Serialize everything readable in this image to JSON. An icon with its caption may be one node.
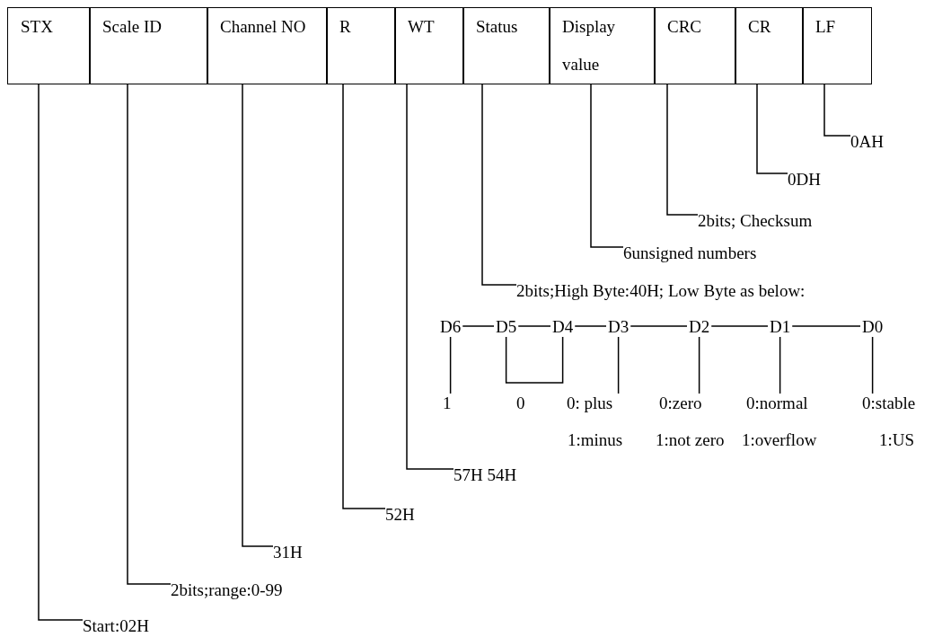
{
  "diagram": {
    "nodes": [
      {
        "text": [
          "STX"
        ]
      },
      {
        "text": [
          "Scale ID"
        ]
      },
      {
        "text": [
          "Channel NO"
        ]
      },
      {
        "text": [
          "R"
        ]
      },
      {
        "text": [
          "WT"
        ]
      },
      {
        "text": [
          "Status"
        ]
      },
      {
        "text": [
          "Display value"
        ]
      },
      {
        "text": [
          "CRC"
        ]
      },
      {
        "text": [
          "CR"
        ]
      },
      {
        "text": [
          "LF"
        ]
      },
      {
        "text": [
          "0AH"
        ]
      },
      {
        "text": [
          "0DH"
        ]
      },
      {
        "text": [
          "2bits; Checksum"
        ]
      },
      {
        "text": [
          "6unsigned numbers"
        ]
      },
      {
        "text": [
          "2bits;High Byte:40H; Low Byte as below:"
        ]
      },
      {
        "text": [
          "D6"
        ]
      },
      {
        "text": [
          "D5"
        ]
      },
      {
        "text": [
          "D4"
        ]
      },
      {
        "text": [
          "D3"
        ]
      },
      {
        "text": [
          "D2"
        ]
      },
      {
        "text": [
          "D1"
        ]
      },
      {
        "text": [
          "D0"
        ]
      },
      {
        "text": [
          "1"
        ]
      },
      {
        "text": [
          "0"
        ]
      },
      {
        "text": [
          "0: plus",
          "1:minus"
        ]
      },
      {
        "text": [
          "0:zero",
          "1:not zero"
        ]
      },
      {
        "text": [
          "0:normal",
          "1:overflow"
        ]
      },
      {
        "text": [
          "0:stable",
          "1:US"
        ]
      },
      {
        "text": [
          "57H 54H"
        ]
      },
      {
        "text": [
          "52H"
        ]
      },
      {
        "text": [
          "31H"
        ]
      },
      {
        "text": [
          "2bits;range:0-99"
        ]
      },
      {
        "text": [
          "Start:02H"
        ]
      }
    ],
    "edges": [
      {
        "from": 0,
        "to": 32,
        "arrow": "none"
      },
      {
        "from": 1,
        "to": 31,
        "arrow": "none"
      },
      {
        "from": 2,
        "to": 30,
        "arrow": "none"
      },
      {
        "from": 3,
        "to": 29,
        "arrow": "none"
      },
      {
        "from": 4,
        "to": 28,
        "arrow": "none"
      },
      {
        "from": 5,
        "to": 14,
        "arrow": "none"
      },
      {
        "from": 6,
        "to": 13,
        "arrow": "none"
      },
      {
        "from": 7,
        "to": 12,
        "arrow": "none"
      },
      {
        "from": 8,
        "to": 11,
        "arrow": "none"
      },
      {
        "from": 9,
        "to": 10,
        "arrow": "none"
      },
      {
        "from": 15,
        "to": 16,
        "arrow": "none"
      },
      {
        "from": 16,
        "to": 17,
        "arrow": "none"
      },
      {
        "from": 17,
        "to": 18,
        "arrow": "none"
      },
      {
        "from": 18,
        "to": 19,
        "arrow": "none"
      },
      {
        "from": 19,
        "to": 20,
        "arrow": "none"
      },
      {
        "from": 20,
        "to": 21,
        "arrow": "none"
      },
      {
        "from": 15,
        "to": 22,
        "arrow": "none"
      },
      {
        "from": 16,
        "to": 17,
        "arrow": "none"
      },
      {
        "from": 18,
        "to": 24,
        "arrow": "none"
      },
      {
        "from": 19,
        "to": 25,
        "arrow": "none"
      },
      {
        "from": 20,
        "to": 26,
        "arrow": "none"
      },
      {
        "from": 21,
        "to": 27,
        "arrow": "none"
      }
    ]
  }
}
